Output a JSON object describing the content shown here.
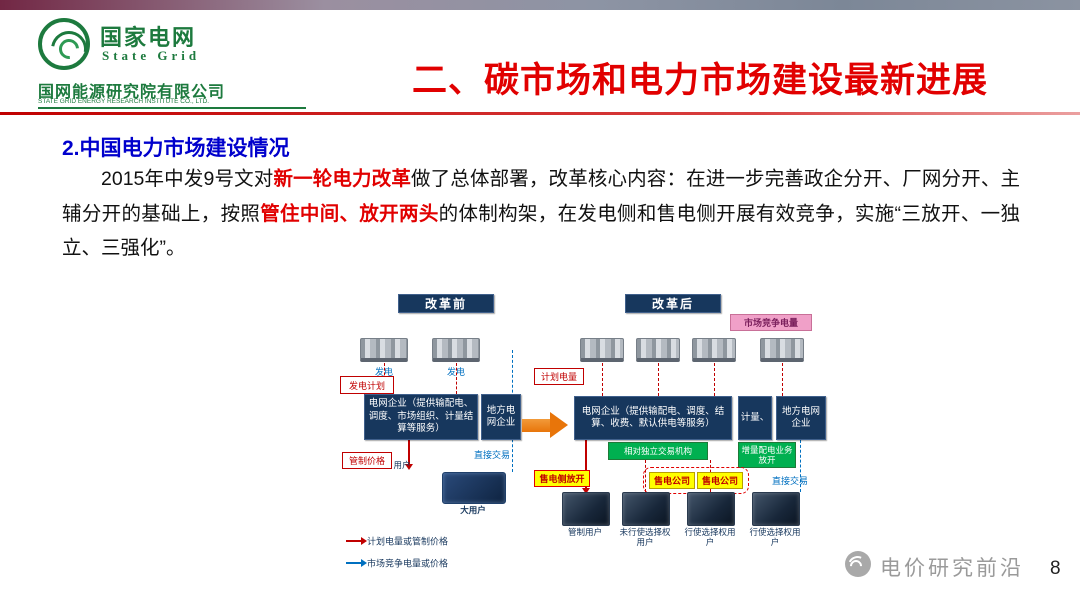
{
  "header": {
    "logo": {
      "name_cn": "国家电网",
      "name_en": "State Grid",
      "company_cn": "国网能源研究院有限公司",
      "company_en": "STATE GRID ENERGY RESEARCH INSTITUTE CO., LTD."
    },
    "title": "二、碳市场和电力市场建设最新进展"
  },
  "section": {
    "heading": "2.中国电力市场建设情况"
  },
  "paragraph": {
    "seg1": "2015年中发9号文对",
    "hl1": "新一轮电力改革",
    "seg2": "做了总体部署，改革核心内容：在进一步完善政企分开、厂网分开、主辅分开的基础上，按照",
    "hl2": "管住中间、放开两头",
    "seg3": "的体制构架，在发电侧和售电侧开展有效竞争，实施“三放开、一独立、三强化”。"
  },
  "diagram": {
    "before": {
      "header": "改革前",
      "gen_label": "发电",
      "plan_label": "发电计划",
      "grid_box": "电网企业（提供输配电、调度、市场组织、计量结算等服务）",
      "local_grid": "地方电网企业",
      "regulated_price": "管制价格",
      "direct_trade": "直接交易",
      "users_label": "用户",
      "big_users_label": "大用户"
    },
    "after": {
      "header": "改革后",
      "market_qty": "市场竞争电量",
      "plan_qty": "计划电量",
      "grid_box": "电网企业（提供输配电、调度、结算、收费、默认供电等服务）",
      "metering": "计量、",
      "local_grid": "地方电网企业",
      "trading_org": "相对独立交易机构",
      "incr_dist": "增量配电业务放开",
      "retail_open": "售电侧放开",
      "retail_co1": "售电公司",
      "retail_co2": "售电公司",
      "direct_trade": "直接交易",
      "user_labels": [
        "管制用户",
        "未行使选择权用户",
        "行使选择权用户",
        "行使选择权用户"
      ]
    },
    "legend": [
      {
        "label": "计划电量或管制价格",
        "color": "#c00000"
      },
      {
        "label": "市场竞争电量或价格",
        "color": "#0070c0"
      }
    ]
  },
  "footer": {
    "watermark": "电价研究前沿",
    "page_number": "8"
  },
  "colors": {
    "title_red": "#e10000",
    "heading_blue": "#0000cc",
    "navy": "#17375d",
    "green": "#00b050",
    "yellow": "#ffff00",
    "orange": "#e8750a",
    "pink": "#f0a0c8",
    "logo_green": "#1d7a3e"
  }
}
